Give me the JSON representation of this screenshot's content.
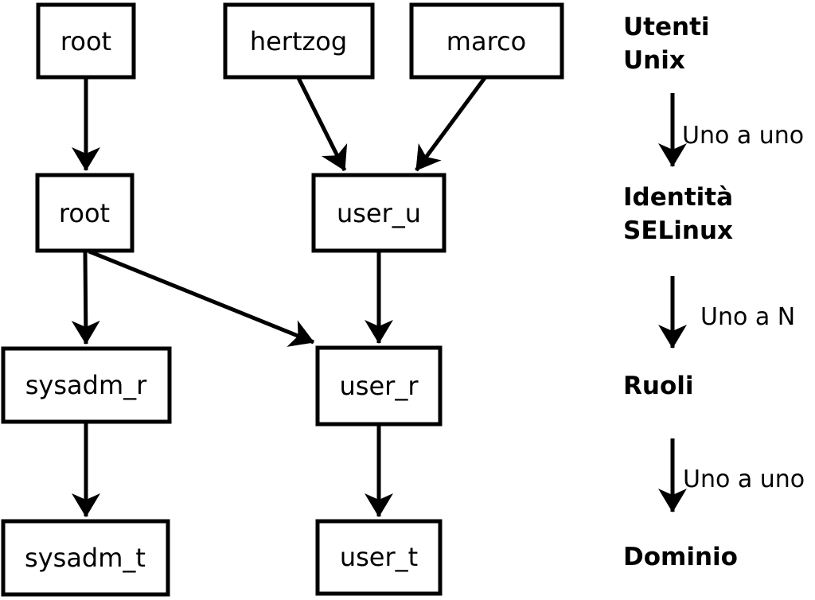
{
  "colors": {
    "ink": "#000000",
    "paper": "#ffffff"
  },
  "diagram": {
    "unix_users": [
      {
        "label": "root"
      },
      {
        "label": "hertzog"
      },
      {
        "label": "marco"
      }
    ],
    "selinux_identities": [
      {
        "label": "root"
      },
      {
        "label": "user_u"
      }
    ],
    "roles": [
      {
        "label": "sysadm_r"
      },
      {
        "label": "user_r"
      }
    ],
    "domains": [
      {
        "label": "sysadm_t"
      },
      {
        "label": "user_t"
      }
    ],
    "legend": {
      "level1_line1": "Utenti",
      "level1_line2": "Unix",
      "rel1": "Uno a uno",
      "level2_line1": "Identità",
      "level2_line2": "SELinux",
      "rel2": "Uno a N",
      "level3": "Ruoli",
      "rel3": "Uno a uno",
      "level4": "Dominio"
    }
  }
}
